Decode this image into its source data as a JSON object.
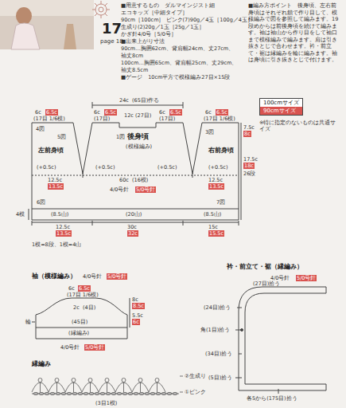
{
  "diagram": {
    "labels": [
      "17",
      "page 18",
      "■用意するもの　ダルマインジスト細",
      "エコキッズ［中細タイプ］",
      "90cm［100cm］ ピンク(7)90g／4玉［100g／4玉］",
      "生成り(2)20g／1玉［25g／1玉］",
      "かぎ針4/0号［5/0号］",
      "■出来上がり寸法",
      "90cm…胸囲62cm、背肩幅24cm、丈27cm、",
      "袖丈8cm",
      "100cm…胸囲65cm、背肩幅25cm、丈29cm、",
      "袖丈8.5cm",
      "■ゲージ　10cm平方で模様編み27目×15段",
      "■編み方ポイント　後身頃、左右前身頃はそれぞれ鎖で作り目して、模様編みで図を参照して編みます。19段めからは前後身頃を続けて編みます。袖は袖山から作り目をして袖口まで模様編みで編みます。肩は引き抜きとじで合わせます。衿・前立て・裾は縁編みを輪に編みます。袖は身頃に引き抜きとじで付けます。",
      "24c",
      "(65目)作る",
      "6c",
      "6.5c",
      "(17目 1/6模)",
      "6c",
      "6.5c",
      "(17目)",
      "12c",
      "(27目)",
      "6c",
      "6.5c",
      "(17目)",
      "6c",
      "6.5c",
      "(17目 1/6模)",
      "7.5c",
      "8c",
      "4図",
      "5図",
      "左前身頃",
      "1図",
      "後身頃",
      "(模様編み)",
      "3図",
      "右前身頃",
      "(+0.5c)",
      "(+0.5c)",
      "(+0.5c)",
      "(+0.5c)",
      "12.5c",
      "13.5c",
      "12.5c",
      "13.5c",
      "60c",
      "(16模)",
      "4/0号針",
      "5/0号針",
      "17.5c",
      "18c",
      "26段",
      "6図",
      "7図",
      "(8.5山)",
      "(20山)",
      "(8.5山)",
      "4模",
      "12.5c",
      "13.5c",
      "30c",
      "32c",
      "15c",
      "15.5c",
      "1模=8段、1模=4山",
      "※特に指定のないものは共通サイズ",
      "袖（模様編み）",
      "4/0号針",
      "5/0号針",
      "6c",
      "6.5c",
      "(17目 1/6模)",
      "2c",
      "(4目)",
      "8c",
      "8.5c",
      "5.5c",
      "6c",
      "(45目)",
      "(縁編み)",
      "4/0号針",
      "5/0号針",
      "輪",
      "衿・前立て・裾（縁編み）",
      "4/0号針",
      "5/0号針",
      "(27目)拾う",
      "(24目)拾う",
      "角(1目)拾う",
      "(34目)拾う",
      "(5目)拾う",
      "各5から(175目)拾う",
      "縁編み",
      "②生成り",
      "①ピンク",
      "(3目1模)"
    ],
    "legend": [
      {
        "text": "100cmサイズ",
        "color": "#ffffff"
      },
      {
        "text": "90cmサイズ",
        "color": "#d9534f"
      }
    ]
  }
}
